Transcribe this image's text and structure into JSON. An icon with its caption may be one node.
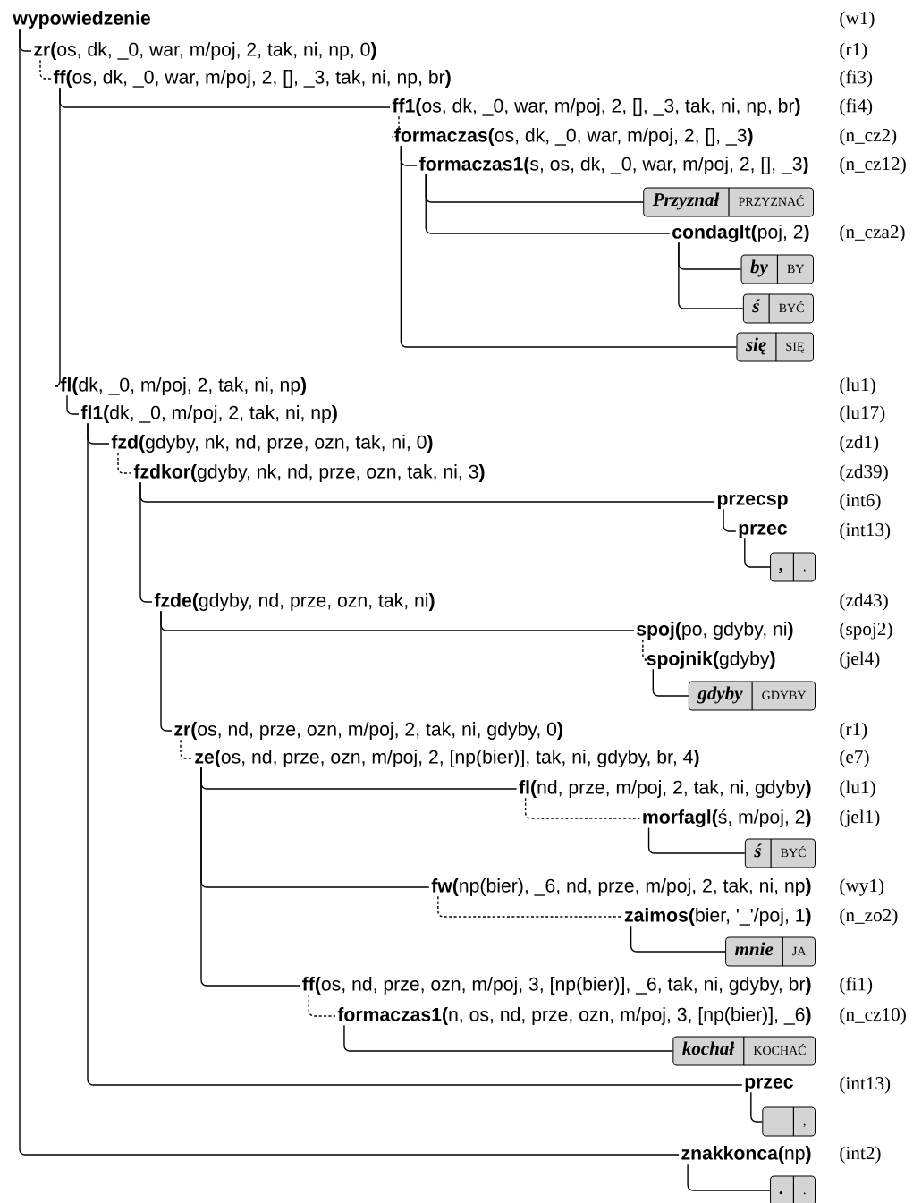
{
  "diagram": {
    "nodes": [
      {
        "text": [
          "wypowiedzenie"
        ]
      },
      {
        "text": [
          "**zr(**os, dk, _0, war, m/poj, 2, tak, ni, np, 0**)**"
        ]
      },
      {
        "text": [
          "**ff(**os, dk, _0, war, m/poj, 2, [], _3, tak, ni, np, br**)**"
        ]
      },
      {
        "text": [
          "**ff1(**os, dk, _0, war, m/poj, 2, [], _3, tak, ni, np, br**)**"
        ]
      },
      {
        "text": [
          "**formaczas(**os, dk, _0, war, m/poj, 2, [], _3**)**"
        ]
      },
      {
        "text": [
          "**formaczas1(**s, os, dk, _0, war, m/poj, 2, [], _3**)**"
        ]
      },
      {
        "text": [
          "Przyznał",
          "PRZYZNAĆ"
        ]
      },
      {
        "text": [
          "**condaglt(**poj, 2**)**"
        ]
      },
      {
        "text": [
          "by",
          "BY"
        ]
      },
      {
        "text": [
          "ś",
          "BYĆ"
        ]
      },
      {
        "text": [
          "się",
          "SIĘ"
        ]
      },
      {
        "text": [
          "**fl(**dk, _0, m/poj, 2, tak, ni, np**)**"
        ]
      },
      {
        "text": [
          "**fl1(**dk, _0, m/poj, 2, tak, ni, np**)**"
        ]
      },
      {
        "text": [
          "**fzd(**gdyby, nk, nd, prze, ozn, tak, ni, 0**)**"
        ]
      },
      {
        "text": [
          "**fzdkor(**gdyby, nk, nd, prze, ozn, tak, ni, 3**)**"
        ]
      },
      {
        "text": [
          "przecsp"
        ]
      },
      {
        "text": [
          "przec"
        ]
      },
      {
        "text": [
          ",",
          ","
        ]
      },
      {
        "text": [
          "**fzde(**gdyby, nd, prze, ozn, tak, ni**)**"
        ]
      },
      {
        "text": [
          "**spoj(**po, gdyby, ni**)**"
        ]
      },
      {
        "text": [
          "**spojnik(**gdyby**)**"
        ]
      },
      {
        "text": [
          "gdyby",
          "GDYBY"
        ]
      },
      {
        "text": [
          "**zr(**os, nd, prze, ozn, m/poj, 2, tak, ni, gdyby, 0**)**"
        ]
      },
      {
        "text": [
          "**ze(**os, nd, prze, ozn, m/poj, 2, [np(bier)], tak, ni, gdyby, br, 4**)**"
        ]
      },
      {
        "text": [
          "**fl(**nd, prze, m/poj, 2, tak, ni, gdyby**)**"
        ]
      },
      {
        "text": [
          "**morfagl(**ś, m/poj, 2**)**"
        ]
      },
      {
        "text": [
          "ś",
          "BYĆ"
        ]
      },
      {
        "text": [
          "**fw(**np(bier), _6, nd, prze, m/poj, 2, tak, ni, np**)**"
        ]
      },
      {
        "text": [
          "**zaimos(**bier, '_'/poj, 1**)**"
        ]
      },
      {
        "text": [
          "mnie",
          "JA"
        ]
      },
      {
        "text": [
          "**ff(**os, nd, prze, ozn, m/poj, 3, [np(bier)], _6, tak, ni, gdyby, br**)**"
        ]
      },
      {
        "text": [
          "**formaczas1(**n, os, nd, prze, ozn, m/poj, 3, [np(bier)], _6**)**"
        ]
      },
      {
        "text": [
          "kochał",
          "KOCHAĆ"
        ]
      },
      {
        "text": [
          "przec"
        ]
      },
      {
        "text": [
          ","
        ]
      },
      {
        "text": [
          "**znakkonca(**np**)**"
        ]
      },
      {
        "text": [
          ".",
          "."
        ]
      }
    ],
    "edges": [
      {
        "from": 0,
        "to": 1,
        "arrow": "none"
      },
      {
        "from": 1,
        "to": 2,
        "arrow": "none",
        "style": "dashed"
      },
      {
        "from": 2,
        "to": 3,
        "arrow": "none"
      },
      {
        "from": 3,
        "to": 4,
        "arrow": "none",
        "style": "dashed"
      },
      {
        "from": 4,
        "to": 5,
        "arrow": "none"
      },
      {
        "from": 5,
        "to": 6,
        "arrow": "none"
      },
      {
        "from": 5,
        "to": 7,
        "arrow": "none"
      },
      {
        "from": 7,
        "to": 8,
        "arrow": "none"
      },
      {
        "from": 7,
        "to": 9,
        "arrow": "none"
      },
      {
        "from": 4,
        "to": 10,
        "arrow": "none"
      },
      {
        "from": 2,
        "to": 11,
        "arrow": "none"
      },
      {
        "from": 11,
        "to": 12,
        "arrow": "none"
      },
      {
        "from": 12,
        "to": 13,
        "arrow": "none"
      },
      {
        "from": 13,
        "to": 14,
        "arrow": "none",
        "style": "dashed"
      },
      {
        "from": 14,
        "to": 15,
        "arrow": "none"
      },
      {
        "from": 15,
        "to": 16,
        "arrow": "none"
      },
      {
        "from": 16,
        "to": 17,
        "arrow": "none"
      },
      {
        "from": 14,
        "to": 18,
        "arrow": "none"
      },
      {
        "from": 18,
        "to": 19,
        "arrow": "none"
      },
      {
        "from": 19,
        "to": 20,
        "arrow": "none",
        "style": "dashed"
      },
      {
        "from": 20,
        "to": 21,
        "arrow": "none"
      },
      {
        "from": 18,
        "to": 22,
        "arrow": "none"
      },
      {
        "from": 22,
        "to": 23,
        "arrow": "none",
        "style": "dashed"
      },
      {
        "from": 23,
        "to": 24,
        "arrow": "none"
      },
      {
        "from": 24,
        "to": 25,
        "arrow": "none",
        "style": "dashed"
      },
      {
        "from": 25,
        "to": 26,
        "arrow": "none"
      },
      {
        "from": 23,
        "to": 27,
        "arrow": "none"
      },
      {
        "from": 27,
        "to": 28,
        "arrow": "none",
        "style": "dashed"
      },
      {
        "from": 28,
        "to": 29,
        "arrow": "none"
      },
      {
        "from": 23,
        "to": 30,
        "arrow": "none"
      },
      {
        "from": 30,
        "to": 31,
        "arrow": "none",
        "style": "dashed"
      },
      {
        "from": 31,
        "to": 32,
        "arrow": "none"
      },
      {
        "from": 12,
        "to": 33,
        "arrow": "none"
      },
      {
        "from": 33,
        "to": 34,
        "arrow": "none"
      },
      {
        "from": 0,
        "to": 35,
        "arrow": "none"
      },
      {
        "from": 35,
        "to": 36,
        "arrow": "none"
      }
    ],
    "labels": [
      "(w1)",
      "(r1)",
      "(fi3)",
      "(fi4)",
      "(n_cz2)",
      "(n_cz12)",
      "(n_cza2)",
      "(lu1)",
      "(lu17)",
      "(zd1)",
      "(zd39)",
      "(int6)",
      "(int13)",
      "(zd43)",
      "(spoj2)",
      "(jel4)",
      "(r1)",
      "(e7)",
      "(lu1)",
      "(jel1)",
      "(wy1)",
      "(n_zo2)",
      "(fi1)",
      "(n_cz10)",
      "(int13)",
      "(int2)"
    ]
  }
}
